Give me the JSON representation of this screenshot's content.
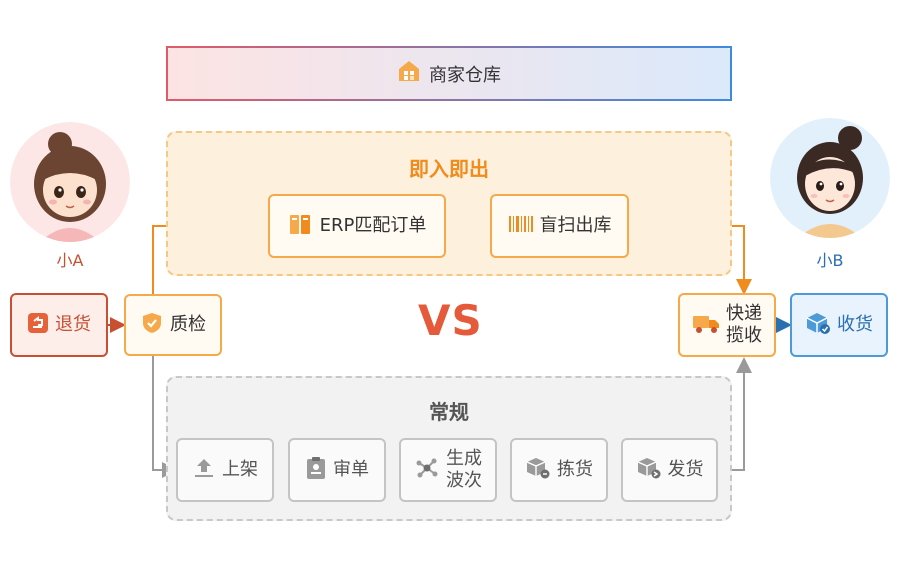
{
  "regions": {
    "warehouse": "商家仓库",
    "instant": "即入即出",
    "normal": "常规"
  },
  "people": {
    "a": "小A",
    "b": "小B"
  },
  "vs": "VS",
  "nodes": {
    "return": "退货",
    "qc": "质检",
    "erp": "ERP匹配订单",
    "blind": "盲扫出库",
    "express": "快递\n揽收",
    "receive": "收货",
    "shelf": "上架",
    "review": "审单",
    "wave": "生成\n波次",
    "pick": "拣货",
    "ship": "发货"
  },
  "colors": {
    "orange": "#f5a94a",
    "red": "#c85032",
    "blue": "#4c9ad8",
    "gray": "#c4c4c4",
    "vs": "#e55a3a"
  }
}
